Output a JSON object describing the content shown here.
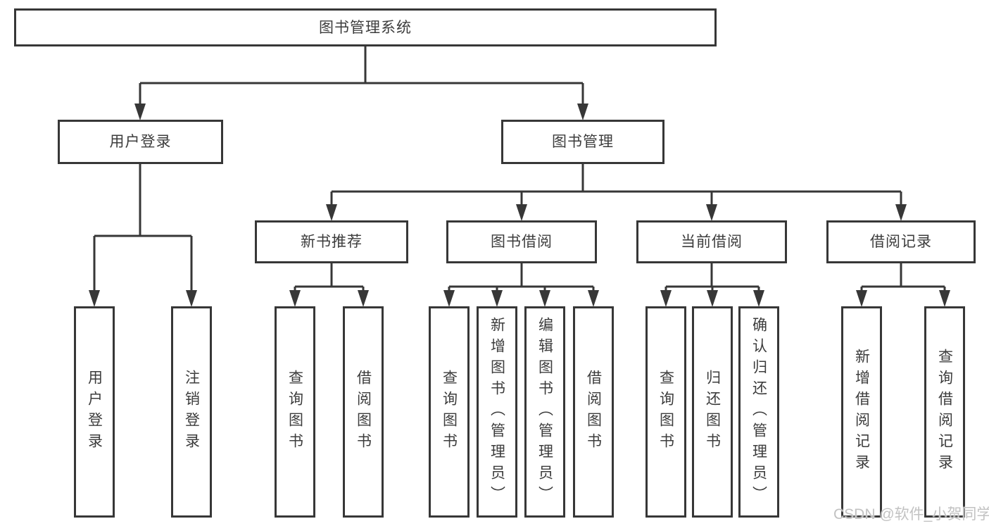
{
  "diagram": {
    "root": "图书管理系统",
    "level2": [
      "用户登录",
      "图书管理"
    ],
    "level3": [
      "新书推荐",
      "图书借阅",
      "当前借阅",
      "借阅记录"
    ],
    "leaves_login": [
      "用户登录",
      "注销登录"
    ],
    "leaves_recommend": [
      "查询图书",
      "借阅图书"
    ],
    "leaves_borrow": [
      "查询图书",
      "新增图书（管理员）",
      "编辑图书（管理员）",
      "借阅图书"
    ],
    "leaves_current": [
      "查询图书",
      "归还图书",
      "确认归还（管理员）"
    ],
    "leaves_records": [
      "新增借阅记录",
      "查询借阅记录"
    ]
  },
  "watermark": "CSDN @软件_小贺同学",
  "colors": {
    "line": "#373737",
    "box_border": "#373737",
    "text": "#3c3c3c",
    "background": "#ffffff",
    "watermark": "#c2c2c2"
  }
}
